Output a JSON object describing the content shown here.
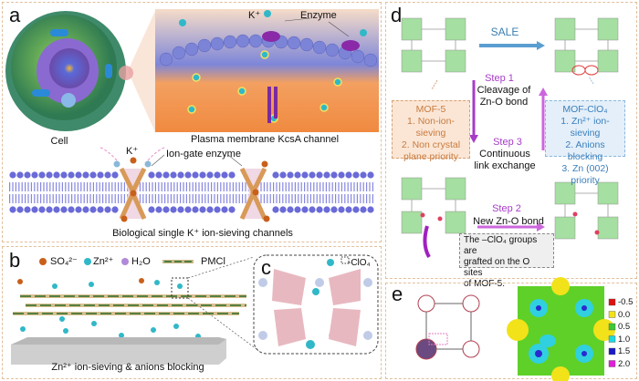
{
  "panel_a": {
    "label": "a",
    "cell_caption": "Cell",
    "membrane_caption": "Plasma membrane KcsA channel",
    "k_ion": "K⁺",
    "enzyme": "Enzyme",
    "k_ion_bilayer": "K⁺",
    "ion_gate_enzyme": "Ion-gate enzyme",
    "bilayer_caption": "Biological single  K⁺ ion-sieving channels"
  },
  "panel_b": {
    "label": "b",
    "legend": [
      "SO₄²⁻",
      "Zn²⁺",
      "H₂O",
      "PMCl"
    ],
    "caption": "Zn²⁺ ion-sieving & anions blocking"
  },
  "panel_c": {
    "label": "c",
    "clo4": "-ClO₄"
  },
  "panel_d": {
    "label": "d",
    "sale": "SALE",
    "step1": "Step 1",
    "step1_text": [
      "Cleavage of",
      "Zn-O bond"
    ],
    "step2": "Step 2",
    "step2_text": "New Zn-O bond",
    "step3": "Step 3",
    "step3_text": [
      "Continuous",
      "link exchange"
    ],
    "mof5_box": {
      "title": "MOF-5",
      "items": [
        "1. Non-ion-sieving",
        "2. Non crystal",
        "plane priority"
      ]
    },
    "mofclo4_box": {
      "title": "MOF-ClO₄",
      "items": [
        "1. Zn²⁺ ion-sieving",
        "2. Anions blocking",
        "3. Zn (002) priority"
      ]
    },
    "note": [
      "The –ClO₄ groups are",
      "grafted on the O sites",
      "of  MOF-5."
    ],
    "colors": {
      "step": "#a63cc8",
      "sale": "#4a8fc4",
      "mof5": "#c77b3e",
      "mofclo4": "#3a7fbd"
    }
  },
  "panel_e": {
    "label": "e",
    "legend": [
      "-0.5",
      "0.0",
      "0.5",
      "1.0",
      "1.5",
      "2.0"
    ],
    "legend_colors": [
      "#e01010",
      "#f2e21a",
      "#3cc83a",
      "#20d8e0",
      "#1a1ac8",
      "#e020d8"
    ]
  }
}
